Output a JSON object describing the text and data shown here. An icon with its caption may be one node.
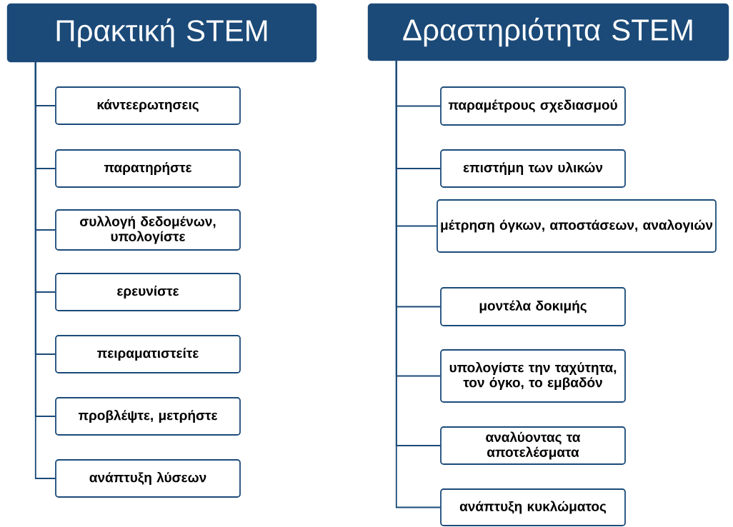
{
  "diagram": {
    "nodes": [
      {
        "text": [
          "Πρακτική STEM"
        ]
      },
      {
        "text": [
          "κάντεερωτησεις"
        ]
      },
      {
        "text": [
          "παρατηρήστε"
        ]
      },
      {
        "text": [
          "συλλογή δεδομένων, υπολογίστε"
        ]
      },
      {
        "text": [
          "ερευνίστε"
        ]
      },
      {
        "text": [
          "πειραματιστείτε"
        ]
      },
      {
        "text": [
          "προβλέψτε, μετρήστε"
        ]
      },
      {
        "text": [
          "ανάπτυξη λύσεων"
        ]
      },
      {
        "text": [
          "Δραστηριότητα STEM"
        ]
      },
      {
        "text": [
          "παραμέτρους σχεδιασμού"
        ]
      },
      {
        "text": [
          "επιστήμη των υλικών"
        ]
      },
      {
        "text": [
          "μέτρηση όγκων, αποστάσεων, αναλογιών"
        ]
      },
      {
        "text": [
          "μοντέλα δοκιμής"
        ]
      },
      {
        "text": [
          "υπολογίστε την ταχύτητα, τον όγκο, το εμβαδόν"
        ]
      },
      {
        "text": [
          "αναλύοντας τα αποτελέσματα"
        ]
      },
      {
        "text": [
          "ανάπτυξη κυκλώματος"
        ]
      }
    ],
    "edges": [
      {
        "from": 0,
        "to": 1,
        "arrow": "none"
      },
      {
        "from": 0,
        "to": 2,
        "arrow": "none"
      },
      {
        "from": 0,
        "to": 3,
        "arrow": "none"
      },
      {
        "from": 0,
        "to": 4,
        "arrow": "none"
      },
      {
        "from": 0,
        "to": 5,
        "arrow": "none"
      },
      {
        "from": 0,
        "to": 6,
        "arrow": "none"
      },
      {
        "from": 0,
        "to": 7,
        "arrow": "none"
      },
      {
        "from": 8,
        "to": 9,
        "arrow": "none"
      },
      {
        "from": 8,
        "to": 10,
        "arrow": "none"
      },
      {
        "from": 8,
        "to": 11,
        "arrow": "none"
      },
      {
        "from": 8,
        "to": 12,
        "arrow": "none"
      },
      {
        "from": 8,
        "to": 13,
        "arrow": "none"
      },
      {
        "from": 8,
        "to": 14,
        "arrow": "none"
      },
      {
        "from": 8,
        "to": 15,
        "arrow": "none"
      }
    ]
  }
}
